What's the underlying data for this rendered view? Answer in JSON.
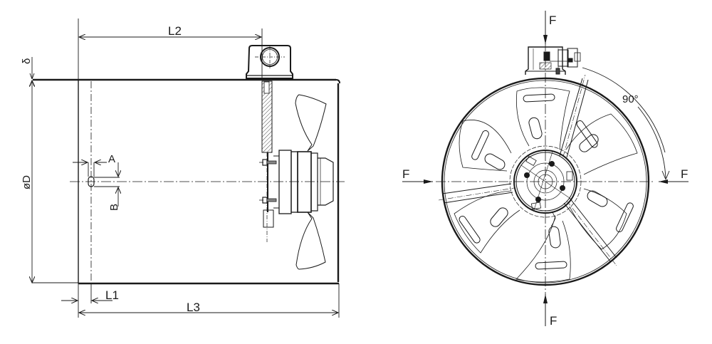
{
  "drawing": {
    "type": "technical drawing",
    "subject": "axial duct fan",
    "line_color": "#1a1a1a",
    "background": "#ffffff"
  },
  "side_view": {
    "dimensions": {
      "L1": "L1",
      "L2": "L2",
      "L3": "L3",
      "D": "øD",
      "delta": "δ",
      "A": "A",
      "B": "B"
    }
  },
  "front_view": {
    "angle_label": "90°",
    "force_labels": {
      "top": "F",
      "bottom": "F",
      "left": "F",
      "right": "F"
    }
  }
}
